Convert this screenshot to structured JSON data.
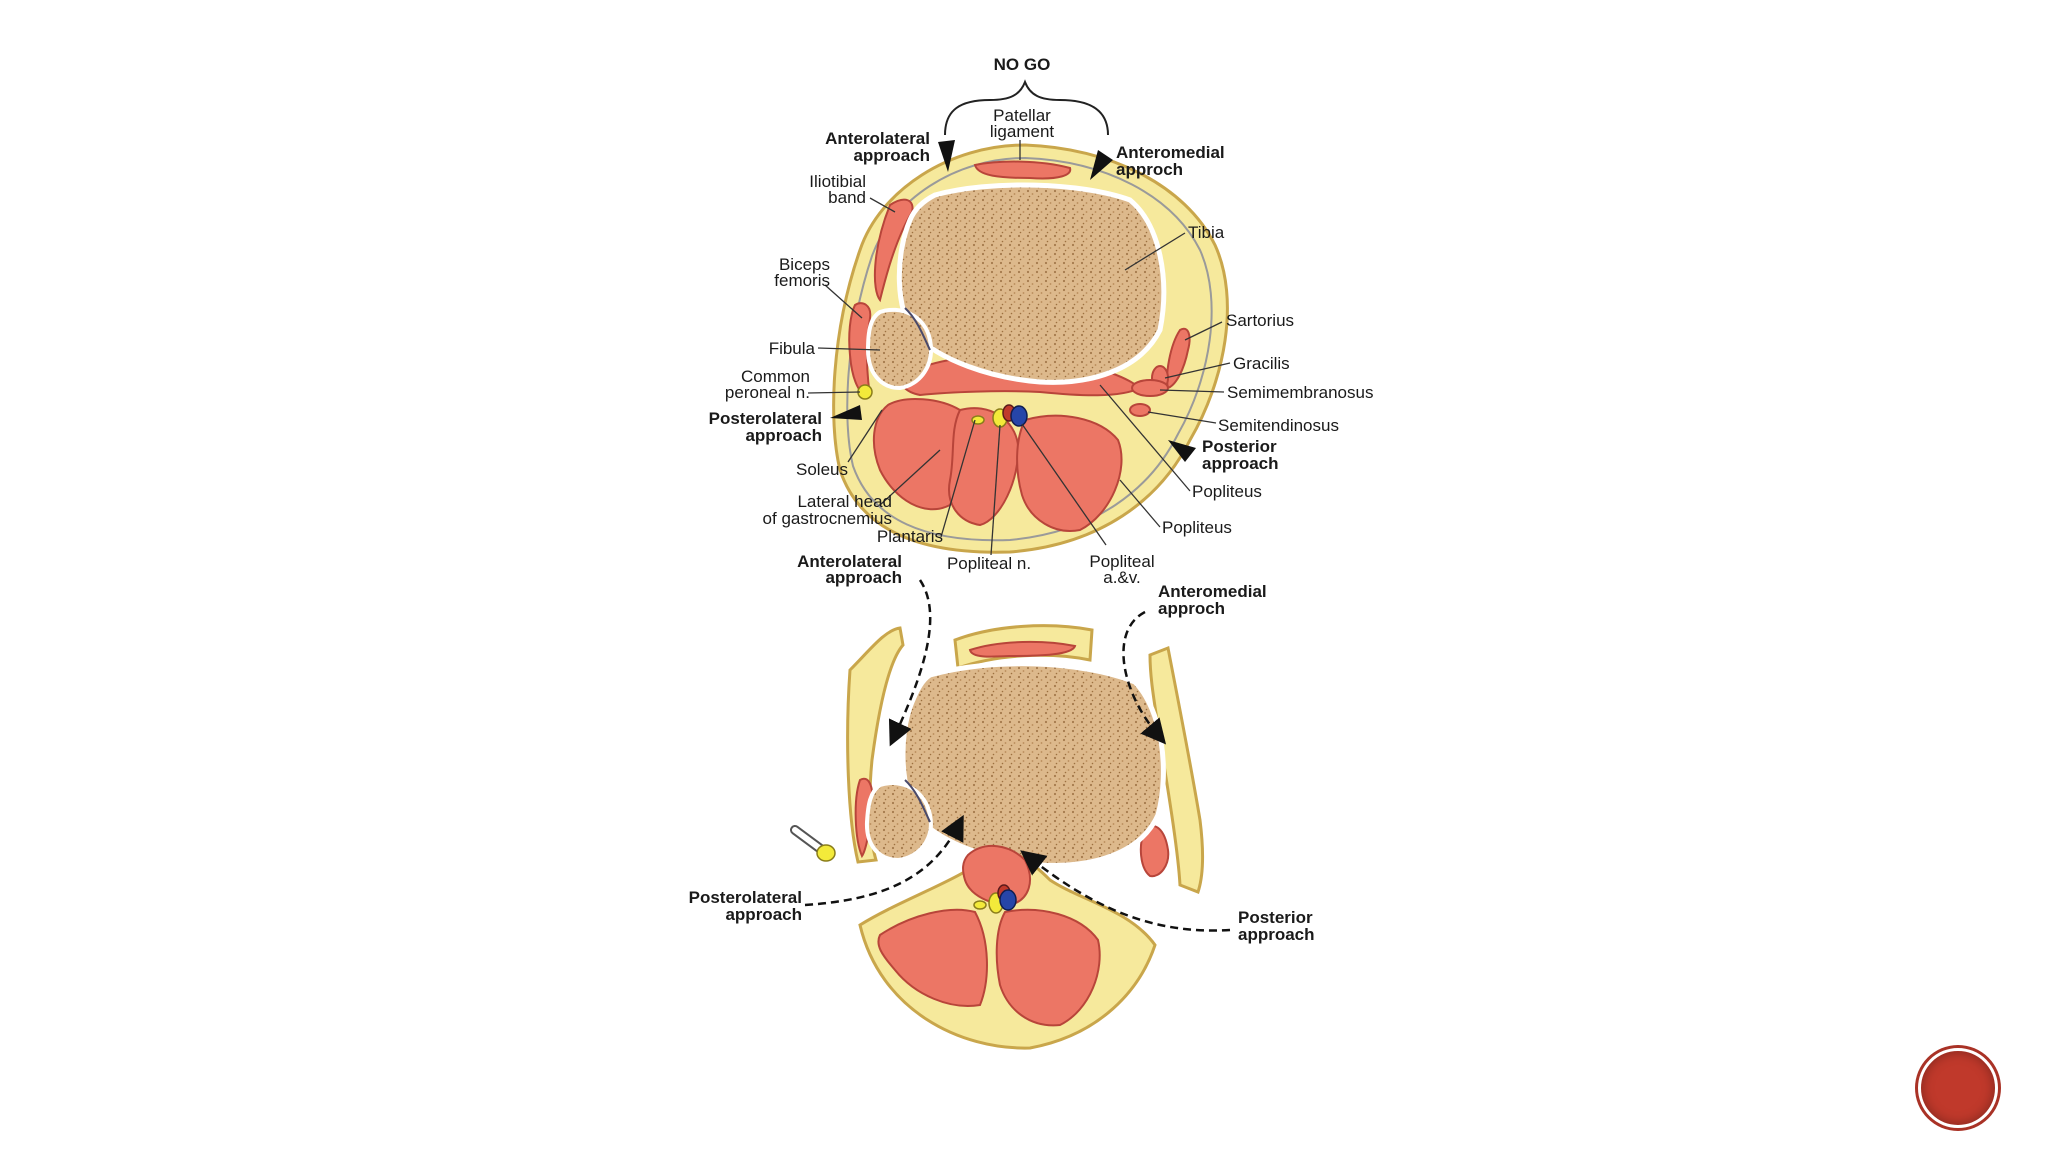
{
  "colors": {
    "fat": "#f6e99c",
    "fat_edge": "#c9a64b",
    "muscle": "#ec7665",
    "muscle_edge": "#b8453a",
    "bone_fill": "#ddb98c",
    "bone_edge": "#ffffff",
    "nerve": "#f3ea3a",
    "artery": "#c0392b",
    "vein": "#2645a8",
    "badge": "#c0392b"
  },
  "top": {
    "no_go": "NO GO",
    "patellar_1": "Patellar",
    "patellar_2": "ligament",
    "antlat_1": "Anterolateral",
    "antlat_2": "approach",
    "antmed_1": "Anteromedial",
    "antmed_2": "approch",
    "itband_1": "Iliotibial",
    "itband_2": "band",
    "tibia": "Tibia",
    "biceps_1": "Biceps",
    "biceps_2": "femoris",
    "sartorius": "Sartorius",
    "fibula": "Fibula",
    "gracilis": "Gracilis",
    "peroneal_1": "Common",
    "peroneal_2": "peroneal n.",
    "semimembranosus": "Semimembranosus",
    "postlat_1": "Posterolateral",
    "postlat_2": "approach",
    "semitendinosus": "Semitendinosus",
    "posterior_1": "Posterior",
    "posterior_2": "approach",
    "soleus": "Soleus",
    "popliteus_a": "Popliteus",
    "gastroc_1": "Lateral head",
    "gastroc_2": "of gastrocnemius",
    "popliteus_b": "Popliteus",
    "plantaris": "Plantaris",
    "popliteal_n": "Popliteal n.",
    "popliteal_av_1": "Popliteal",
    "popliteal_av_2": "a.&v."
  },
  "bottom": {
    "antlat_1": "Anterolateral",
    "antlat_2": "approach",
    "antmed_1": "Anteromedial",
    "antmed_2": "approch",
    "postlat_1": "Posterolateral",
    "postlat_2": "approach",
    "posterior_1": "Posterior",
    "posterior_2": "approach"
  }
}
